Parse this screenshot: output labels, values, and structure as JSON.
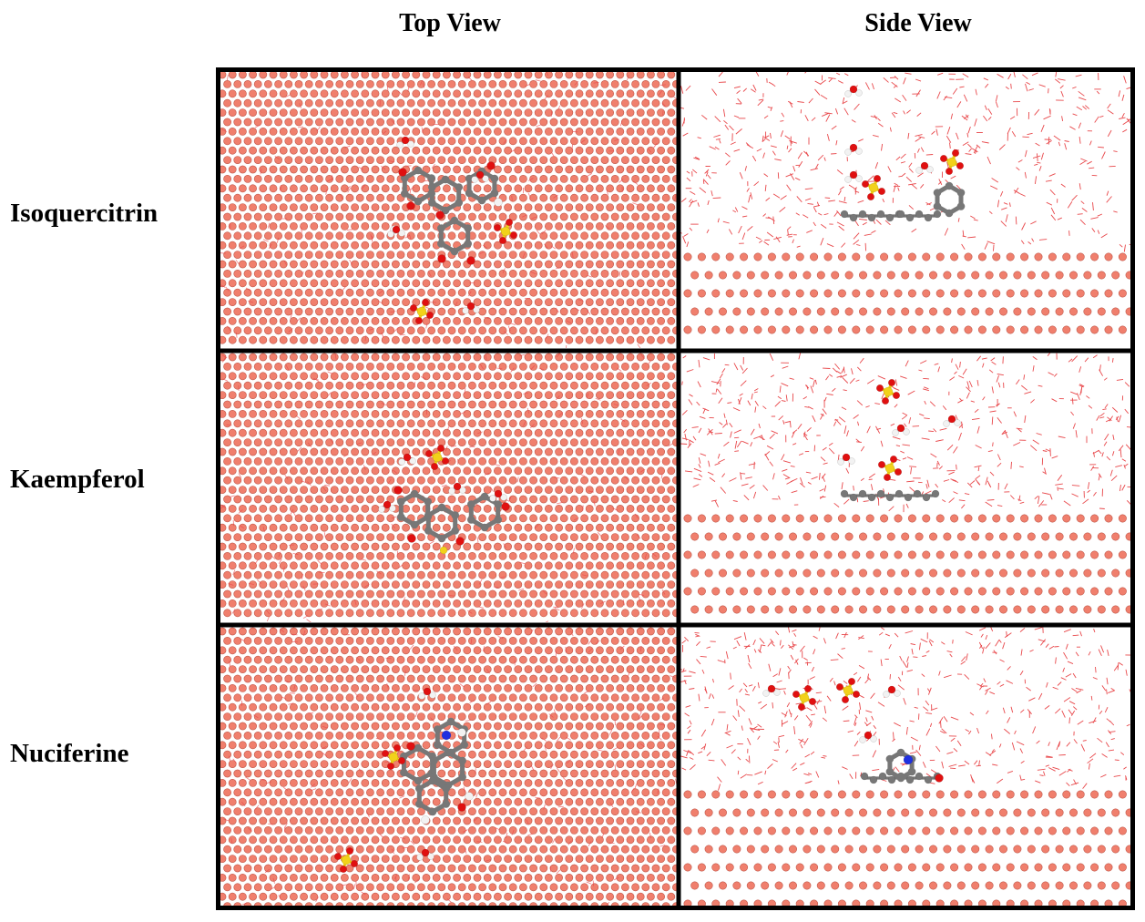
{
  "columns": {
    "top_view": "Top View",
    "side_view": "Side View"
  },
  "rows": [
    {
      "label": "Isoquercitrin"
    },
    {
      "label": "Kaempferol"
    },
    {
      "label": "Nuciferine"
    }
  ],
  "colors": {
    "surface_atom": "#f07f6d",
    "surface_atom_edge": "#c0584a",
    "water": "#e8474a",
    "carbon": "#777777",
    "oxygen": "#e01010",
    "hydrogen": "#f2f2f2",
    "sulfur": "#f2d21a",
    "nitrogen": "#2030e0",
    "border": "#000000"
  }
}
